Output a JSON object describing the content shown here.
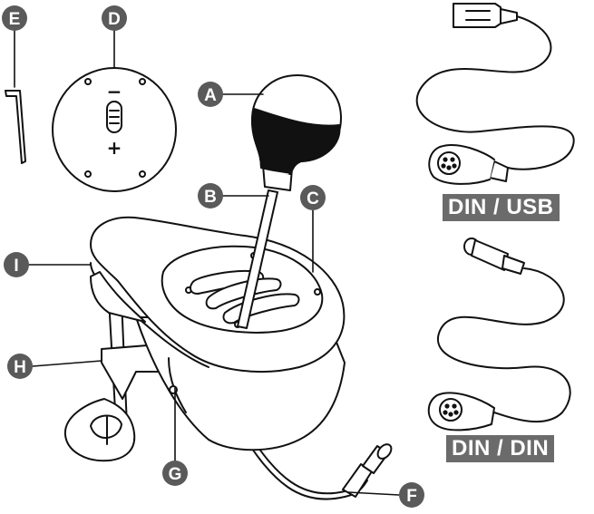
{
  "labels": {
    "A": "A",
    "B": "B",
    "C": "C",
    "D": "D",
    "E": "E",
    "F": "F",
    "G": "G",
    "H": "H",
    "I": "I"
  },
  "plate": {
    "minus": "−",
    "plus": "+"
  },
  "cables": {
    "din_usb": "DIN / USB",
    "din_din": "DIN / DIN"
  },
  "colors": {
    "badge": "#5a5a5a",
    "tag": "#6b6b6b",
    "line": "#111111"
  }
}
